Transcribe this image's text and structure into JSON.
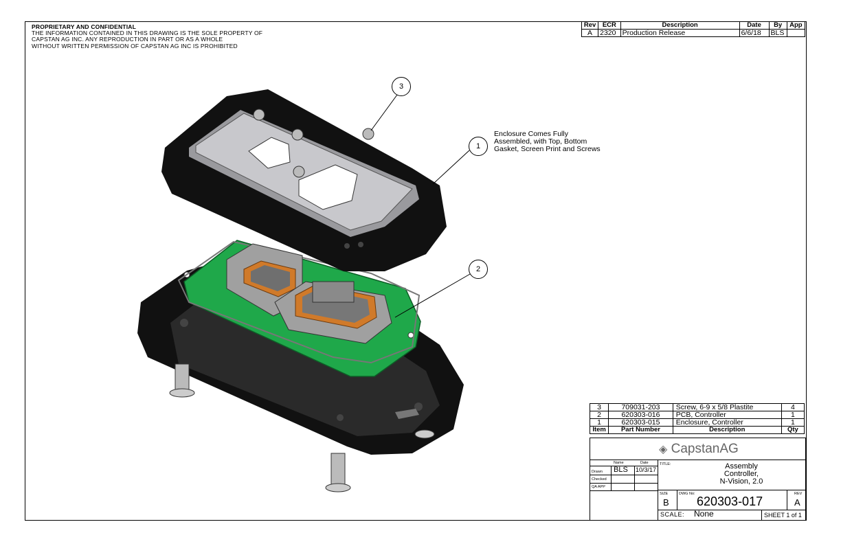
{
  "notice": {
    "heading": "PROPRIETARY AND CONFIDENTIAL",
    "line1": "THE INFORMATION CONTAINED IN THIS DRAWING IS THE SOLE PROPERTY OF",
    "line2": "CAPSTAN AG INC. ANY REPRODUCTION IN PART OR AS A WHOLE",
    "line3": "WITHOUT WRITTEN PERMISSION OF CAPSTAN AG INC IS PROHIBITED"
  },
  "revision": {
    "headers": {
      "rev": "Rev",
      "ecr": "ECR",
      "description": "Description",
      "date": "Date",
      "by": "By",
      "app": "App"
    },
    "rows": [
      {
        "rev": "A",
        "ecr": "2320",
        "description": "Production Release",
        "date": "6/6/18",
        "by": "BLS",
        "app": ""
      }
    ]
  },
  "callouts": {
    "c1": "1",
    "c2": "2",
    "c3": "3",
    "c1_note_line1": "Enclosure Comes Fully",
    "c1_note_line2": "Assembled, with Top, Bottom",
    "c1_note_line3": "Gasket, Screen Print and Screws"
  },
  "bom": {
    "headers": {
      "item": "Item",
      "part": "Part Number",
      "description": "Description",
      "qty": "Qty"
    },
    "rows": [
      {
        "item": "3",
        "part": "709031-203",
        "description": "Screw, 6-9 x 5/8 Plastite",
        "qty": "4"
      },
      {
        "item": "2",
        "part": "620303-016",
        "description": "PCB, Controller",
        "qty": "1"
      },
      {
        "item": "1",
        "part": "620303-015",
        "description": "Enclosure, Controller",
        "qty": "1"
      }
    ]
  },
  "title_block": {
    "company": "CapstanAG",
    "name_label": "Name",
    "date_label": "Date",
    "drawn_label": "Drawn",
    "checked_label": "Checked",
    "qa_label": "QA APP",
    "drawn_name": "BLS",
    "drawn_date": "10/3/17",
    "title_label": "TITLE:",
    "title_line1": "Assembly",
    "title_line2": "Controller,",
    "title_line3": "N-Vision, 2.0",
    "size_label": "SIZE",
    "size": "B",
    "dwg_label": "DWG No:",
    "dwg_no": "620303-017",
    "rev_label": "REV",
    "rev": "A",
    "scale_label": "SCALE:",
    "scale": "None",
    "sheet": "SHEET 1 of 1"
  },
  "colors": {
    "pcb_green": "#1fa84a",
    "enclosure_black": "#111111",
    "plate_gray": "#c8c8cc",
    "connector_gray": "#9a9a9a",
    "gasket_orange": "#d07a2a"
  }
}
